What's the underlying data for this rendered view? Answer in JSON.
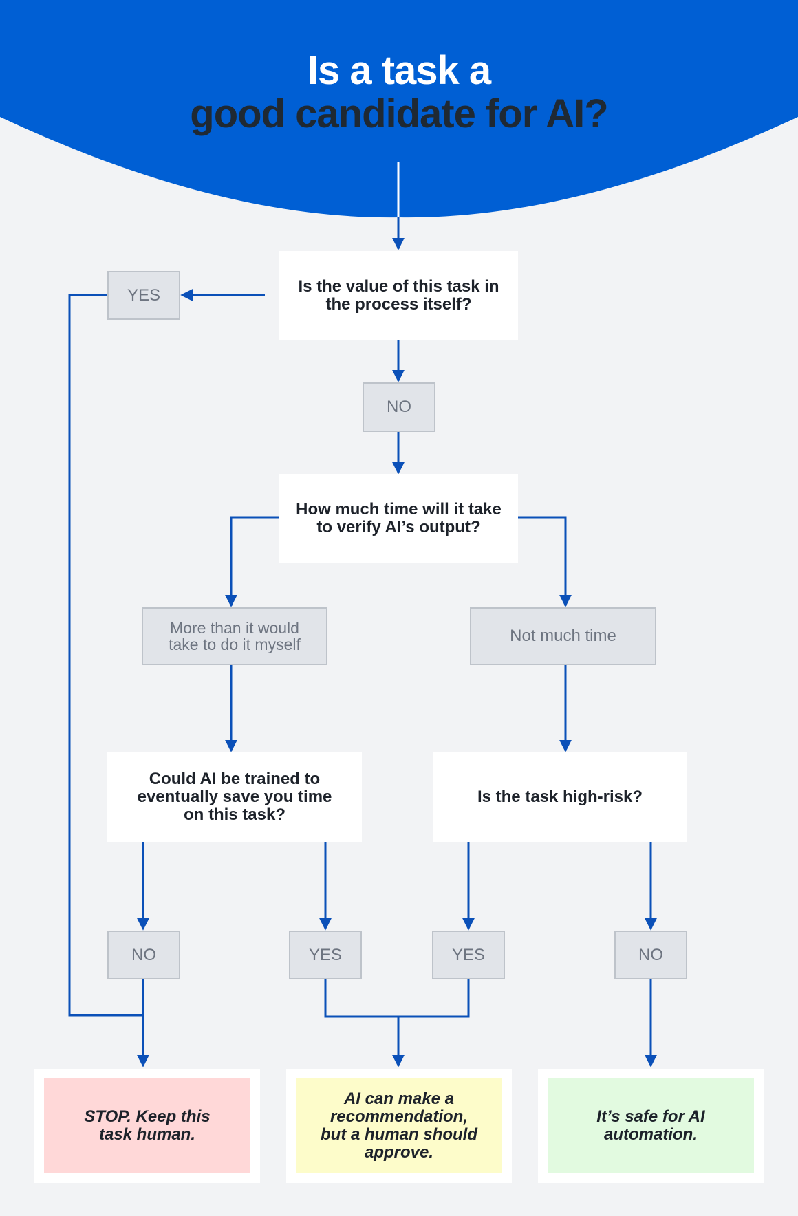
{
  "title": {
    "line1": "Is a task a",
    "line2": "good candidate for AI?"
  },
  "questions": {
    "q1": "Is the value of this task in the process itself?",
    "q2": "How much time will it take to verify AI’s output?",
    "q3": "Could AI be trained to eventually save you time on this task?",
    "q4": "Is the task high-risk?"
  },
  "labels": {
    "yes_top": "YES",
    "no_top": "NO",
    "more_time": "More than it would take to do it myself",
    "not_much": "Not much time",
    "no_left": "NO",
    "yes_mid_left": "YES",
    "yes_mid_right": "YES",
    "no_right": "NO"
  },
  "results": {
    "stop": "STOP. Keep this task human.",
    "recommend": "AI can make a recommendation, but a human should approve.",
    "safe": "It’s safe for AI automation."
  },
  "colors": {
    "header_blue": "#005fd4",
    "line_blue": "#0b50b8",
    "background": "#f2f3f5",
    "stop_fill": "#ffd8d8",
    "recommend_fill": "#fdfcca",
    "safe_fill": "#e2fae0"
  }
}
